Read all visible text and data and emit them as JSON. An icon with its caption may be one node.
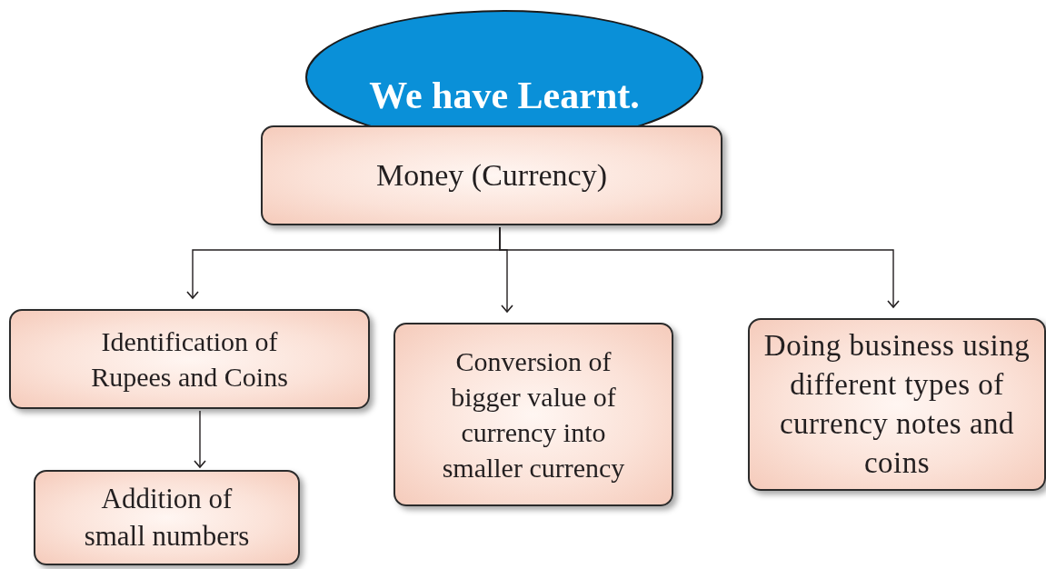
{
  "diagram": {
    "nodes": [
      {
        "text": [
          "We have Learnt."
        ]
      },
      {
        "text": [
          "Money (Currency)"
        ]
      },
      {
        "text": [
          "Identification of Rupees and Coins"
        ]
      },
      {
        "text": [
          "Conversion of bigger value of currency into smaller currency"
        ]
      },
      {
        "text": [
          "Doing business using different types of currency notes and coins"
        ]
      },
      {
        "text": [
          "Addition of small numbers"
        ]
      }
    ],
    "edges": [
      {
        "from": 1,
        "to": 2,
        "arrow": "to"
      },
      {
        "from": 1,
        "to": 3,
        "arrow": "to"
      },
      {
        "from": 1,
        "to": 4,
        "arrow": "to"
      },
      {
        "from": 2,
        "to": 5,
        "arrow": "to"
      }
    ]
  }
}
